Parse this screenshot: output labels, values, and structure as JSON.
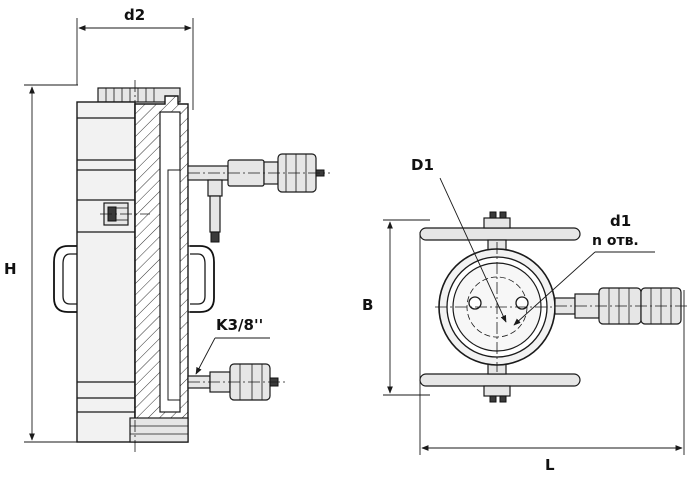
{
  "labels": {
    "d2": "d2",
    "H": "H",
    "thread": "K3/8''",
    "D1": "D1",
    "d1": "d1",
    "n_holes": "n отв.",
    "B": "B",
    "L": "L"
  },
  "colors": {
    "line": "#1a1a1a",
    "body": "#f2f2f2",
    "background": "#ffffff"
  }
}
